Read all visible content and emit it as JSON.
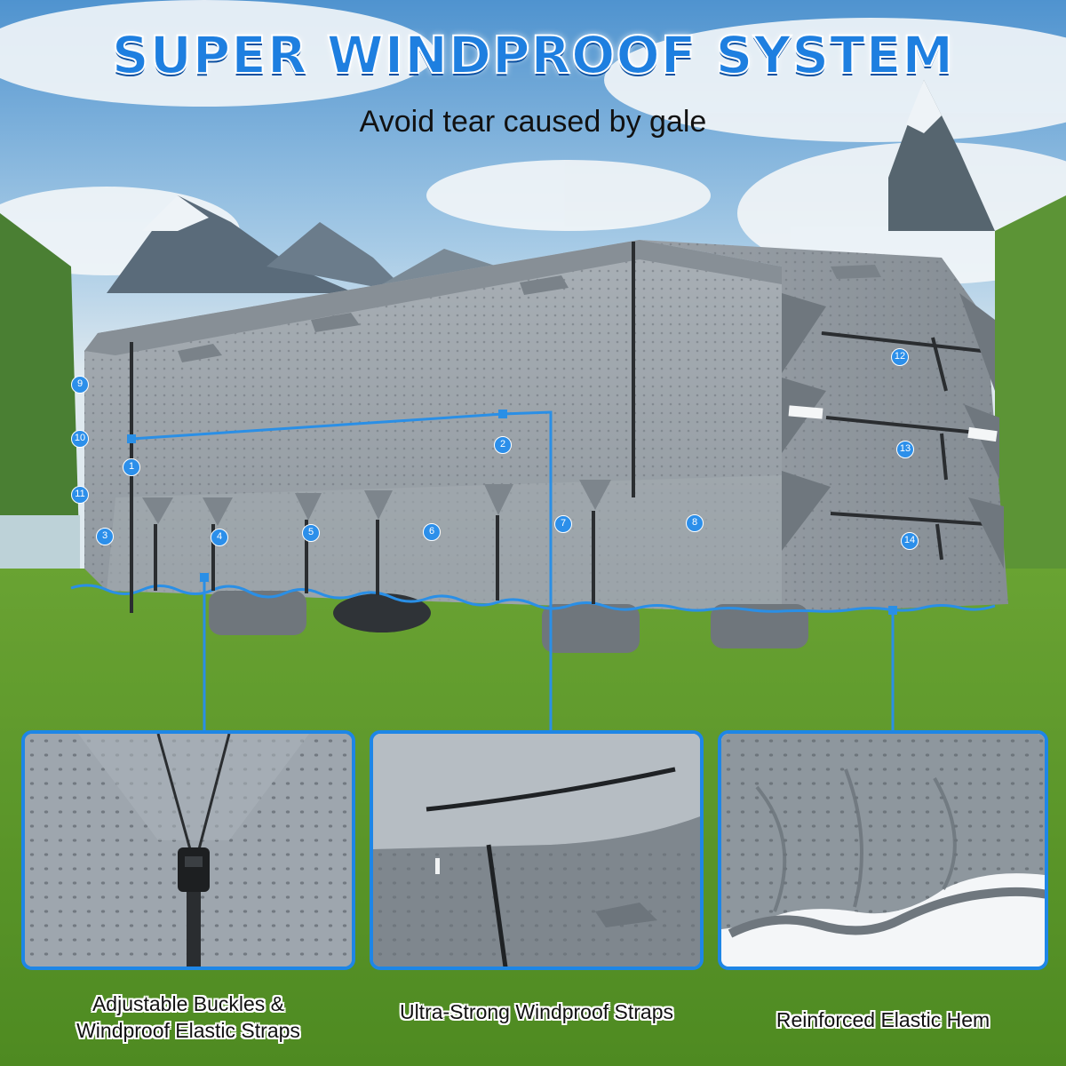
{
  "headline": {
    "title": "SUPER WINDPROOF SYSTEM",
    "subtitle": "Avoid tear caused by gale"
  },
  "markers": [
    {
      "id": "1",
      "label": "1"
    },
    {
      "id": "2",
      "label": "2"
    },
    {
      "id": "3",
      "label": "3"
    },
    {
      "id": "4",
      "label": "4"
    },
    {
      "id": "5",
      "label": "5"
    },
    {
      "id": "6",
      "label": "6"
    },
    {
      "id": "7",
      "label": "7"
    },
    {
      "id": "8",
      "label": "8"
    },
    {
      "id": "9",
      "label": "9"
    },
    {
      "id": "10",
      "label": "10"
    },
    {
      "id": "11",
      "label": "11"
    },
    {
      "id": "12",
      "label": "12"
    },
    {
      "id": "13",
      "label": "13"
    },
    {
      "id": "14",
      "label": "14"
    }
  ],
  "features": [
    {
      "caption_line1": "Adjustable Buckles &",
      "caption_line2": "Windproof Elastic Straps"
    },
    {
      "caption_line1": "Ultra-Strong Windproof Straps",
      "caption_line2": ""
    },
    {
      "caption_line1": "Reinforced Elastic Hem",
      "caption_line2": ""
    }
  ],
  "colors": {
    "accent_blue": "#1e86e6",
    "cover_gray": "#9ea5ac",
    "grass_green": "#5f9a2c",
    "sky_blue": "#7fb2d8"
  },
  "icons": [
    "buckle-icon",
    "strap-icon",
    "elastic-hem-icon"
  ]
}
